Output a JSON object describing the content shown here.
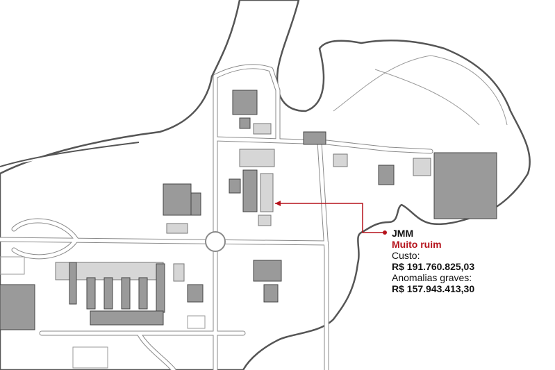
{
  "map": {
    "marker_color": "#b5121b",
    "callout": {
      "name": "JMM",
      "rating": "Muito ruim",
      "cost_label": "Custo:",
      "cost_value": "R$ 191.760.825,03",
      "anomalies_label": "Anomalias graves:",
      "anomalies_value": "R$ 157.943.413,30"
    }
  }
}
